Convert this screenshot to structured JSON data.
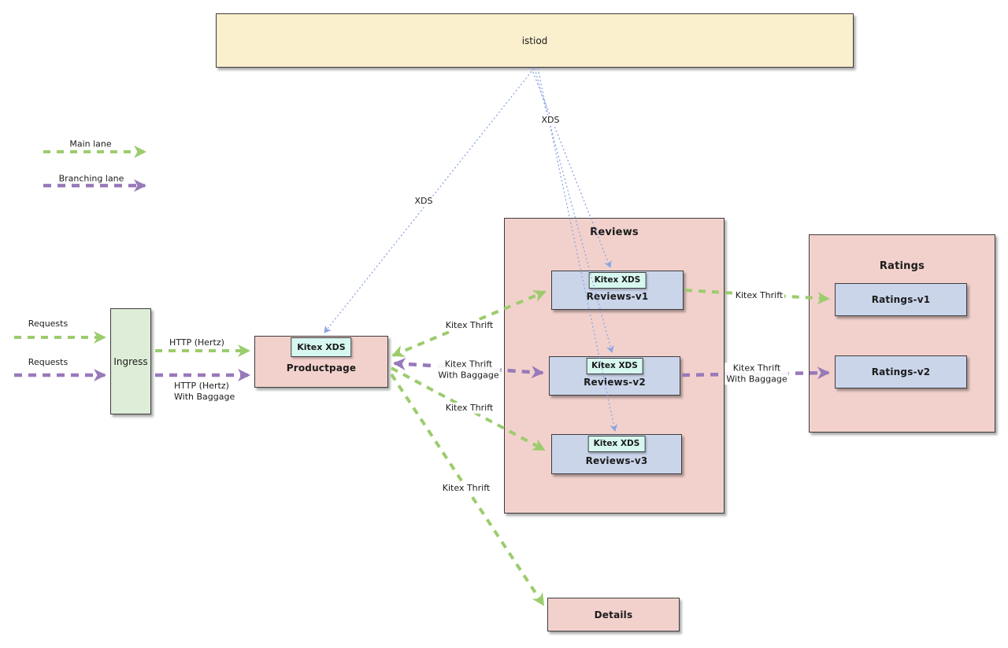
{
  "colors": {
    "istiod_fill": "#FAF0CE",
    "container_fill": "#F2D1CD",
    "node_fill": "#CBD5EA",
    "badge_fill": "#D7F8F0",
    "ingress_fill": "#DEEDD7",
    "main_lane": "#9CCC6D",
    "branching_lane": "#9879B9",
    "xds_line": "#8CA5E1"
  },
  "legend": {
    "main_lane": "Main lane",
    "branching_lane": "Branching lane"
  },
  "nodes": {
    "istiod": "istiod",
    "ingress": "Ingress",
    "productpage": "Productpage",
    "details": "Details",
    "reviews": {
      "title": "Reviews",
      "v1": "Reviews-v1",
      "v2": "Reviews-v2",
      "v3": "Reviews-v3"
    },
    "ratings": {
      "title": "Ratings",
      "v1": "Ratings-v1",
      "v2": "Ratings-v2"
    }
  },
  "badges": {
    "kitex_xds": "Kitex XDS"
  },
  "edge_labels": {
    "requests": "Requests",
    "http_hertz": "HTTP (Hertz)",
    "with_baggage": "With Baggage",
    "xds": "XDS",
    "kitex_thrift": "Kitex Thrift"
  }
}
